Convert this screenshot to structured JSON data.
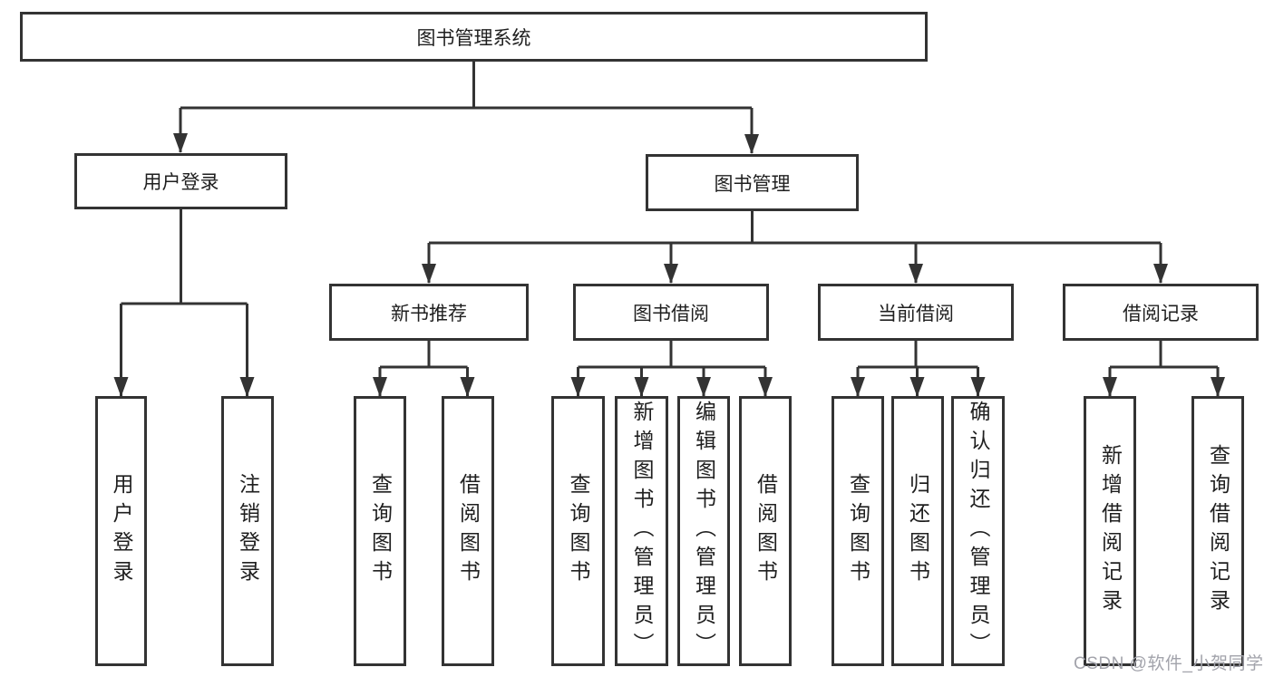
{
  "diagram": {
    "type": "tree",
    "root": {
      "label": "图书管理系统"
    },
    "branches": [
      {
        "label": "用户登录",
        "leaves": [
          "用户登录",
          "注销登录"
        ]
      },
      {
        "label": "图书管理",
        "children": [
          {
            "label": "新书推荐",
            "leaves": [
              "查询图书",
              "借阅图书"
            ]
          },
          {
            "label": "图书借阅",
            "leaves": [
              "查询图书",
              "新增图书（管理员）",
              "编辑图书（管理员）",
              "借阅图书"
            ]
          },
          {
            "label": "当前借阅",
            "leaves": [
              "查询图书",
              "归还图书",
              "确认归还（管理员）"
            ]
          },
          {
            "label": "借阅记录",
            "leaves": [
              "新增借阅记录",
              "查询借阅记录"
            ]
          }
        ]
      }
    ],
    "watermark": "CSDN @软件_小贺同学",
    "colors": {
      "line": "#333333",
      "text": "#1f1f1f",
      "box_fill": "#ffffff",
      "background": "#ffffff",
      "watermark": "#a2a3ab"
    }
  }
}
